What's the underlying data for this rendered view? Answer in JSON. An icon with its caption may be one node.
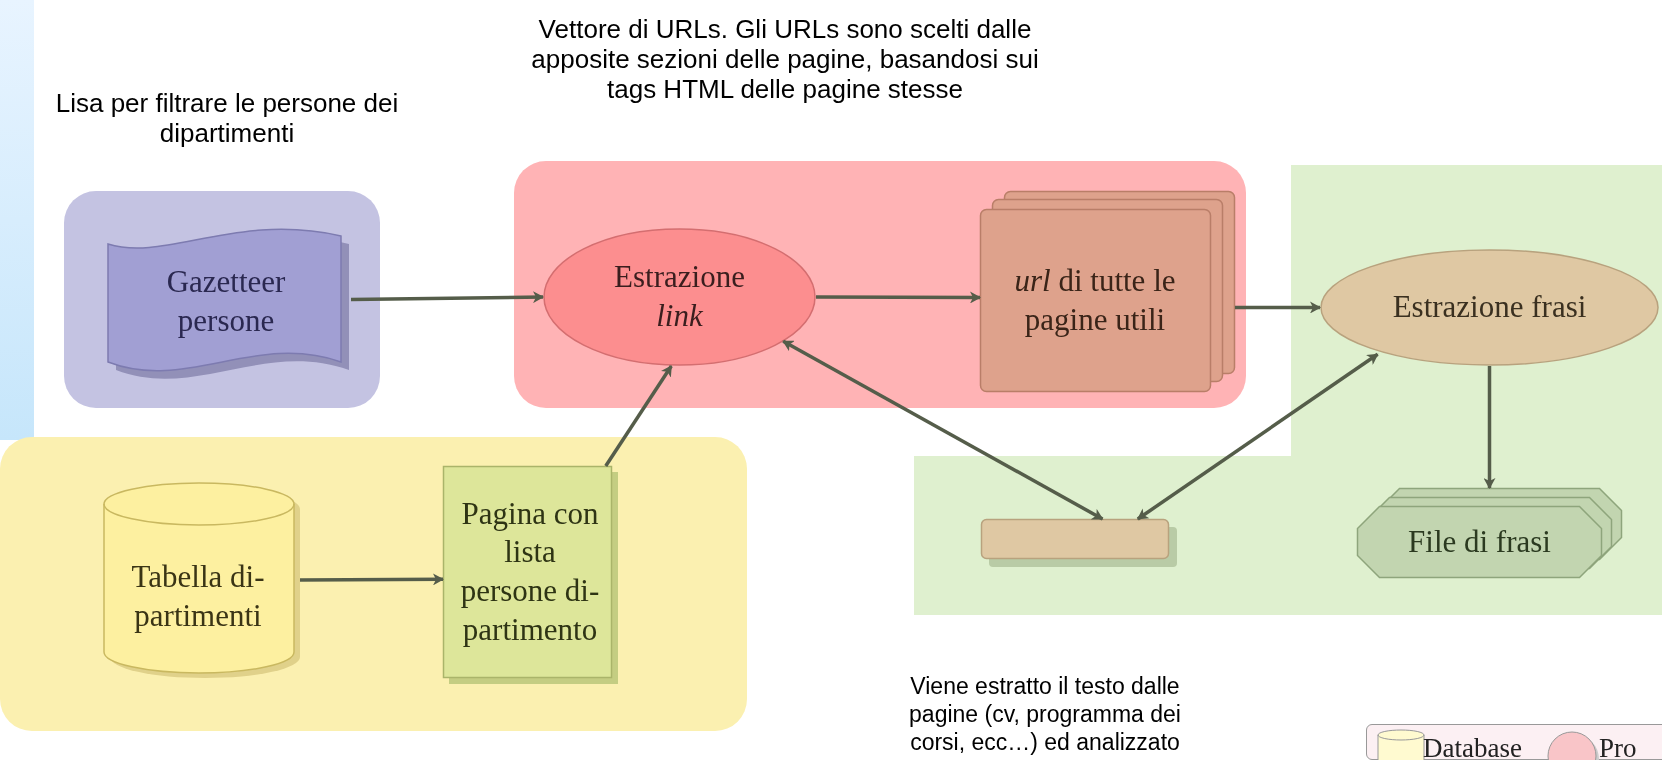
{
  "diagram": {
    "nodes": [
      {
        "text": [],
        "shape": "box"
      },
      {
        "text": [
          "Gazetteer persone"
        ],
        "in": 0
      },
      {
        "text": [],
        "shape": "box"
      },
      {
        "text": [
          "Estrazione *link*"
        ],
        "in": 2
      },
      {
        "text": [
          "*url* di tutte le pagine utili"
        ],
        "in": 2
      },
      {
        "text": [],
        "shape": "box"
      },
      {
        "text": [
          "Estrazione frasi"
        ],
        "in": 5
      },
      {
        "text": [],
        "shape": "box",
        "in": 5
      },
      {
        "text": [
          "File di frasi"
        ],
        "in": 5
      },
      {
        "text": [],
        "shape": "box"
      },
      {
        "text": [
          "Tabella di- partimenti"
        ],
        "in": 9
      },
      {
        "text": [
          "Pagina con lista persone di- partimento"
        ],
        "in": 9
      }
    ],
    "edges": [
      {
        "from": 1,
        "to": 3,
        "arrow": "to"
      },
      {
        "from": 3,
        "to": 4,
        "arrow": "to"
      },
      {
        "from": 4,
        "to": 6,
        "arrow": "to"
      },
      {
        "from": 11,
        "to": 3,
        "arrow": "to"
      },
      {
        "from": 10,
        "to": 11,
        "arrow": "to"
      },
      {
        "from": 3,
        "to": 7,
        "arrow": "both"
      },
      {
        "from": 7,
        "to": 6,
        "arrow": "both"
      },
      {
        "from": 6,
        "to": 8,
        "arrow": "to"
      }
    ],
    "labels": [
      "Lisa per filtrare le persone dei dipartimenti",
      "Vettore di URLs. Gli URLs sono scelti dalle apposite sezioni delle pagine, basandosi sui tags HTML delle pagine stesse",
      "Viene estratto il testo dalle pagine (cv, programma dei corsi, ecc…) ed analizzato"
    ],
    "legend": [
      {
        "text": "Database"
      },
      {
        "text": "Pro"
      }
    ]
  }
}
